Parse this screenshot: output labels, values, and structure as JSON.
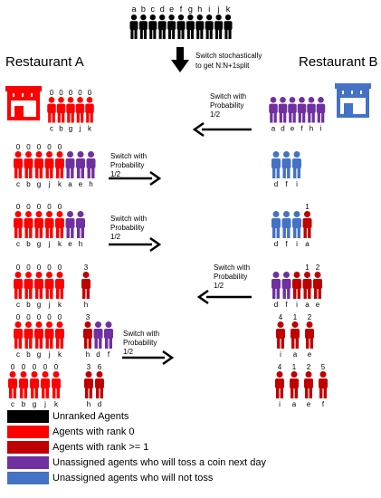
{
  "title_a": "Restaurant A",
  "title_b": "Restaurant B",
  "top_caption": "Switch stochastically\nto get N:N+1split",
  "top_agents": [
    "a",
    "b",
    "c",
    "d",
    "e",
    "f",
    "g",
    "h",
    "i",
    "j",
    "k"
  ],
  "arrows": [
    {
      "label": "Switch with\nProbability\n1/2",
      "direction": "left"
    },
    {
      "label": "Switch with\nProbability\n1/2",
      "direction": "right"
    },
    {
      "label": "Switch with\nProbability\n1/2",
      "direction": "right"
    },
    {
      "label": "Switch with\nProbability\n1/2",
      "direction": "left"
    },
    {
      "label": "Switch with\nProbability\n1/2",
      "direction": "right"
    }
  ],
  "groups": [
    {
      "id": "a1",
      "agents": [
        {
          "letter": "c",
          "kind": "rank0",
          "rank": "0"
        },
        {
          "letter": "b",
          "kind": "rank0",
          "rank": "0"
        },
        {
          "letter": "g",
          "kind": "rank0",
          "rank": "0"
        },
        {
          "letter": "j",
          "kind": "rank0",
          "rank": "0"
        },
        {
          "letter": "k",
          "kind": "rank0",
          "rank": "0"
        }
      ]
    },
    {
      "id": "b1",
      "agents": [
        {
          "letter": "a",
          "kind": "toss",
          "rank": ""
        },
        {
          "letter": "d",
          "kind": "toss",
          "rank": ""
        },
        {
          "letter": "e",
          "kind": "toss",
          "rank": ""
        },
        {
          "letter": "f",
          "kind": "toss",
          "rank": ""
        },
        {
          "letter": "h",
          "kind": "toss",
          "rank": ""
        },
        {
          "letter": "i",
          "kind": "toss",
          "rank": ""
        }
      ]
    },
    {
      "id": "a2",
      "agents": [
        {
          "letter": "c",
          "kind": "rank0",
          "rank": "0"
        },
        {
          "letter": "b",
          "kind": "rank0",
          "rank": "0"
        },
        {
          "letter": "g",
          "kind": "rank0",
          "rank": "0"
        },
        {
          "letter": "j",
          "kind": "rank0",
          "rank": "0"
        },
        {
          "letter": "k",
          "kind": "rank0",
          "rank": "0"
        },
        {
          "letter": "a",
          "kind": "toss",
          "rank": ""
        },
        {
          "letter": "e",
          "kind": "toss",
          "rank": ""
        },
        {
          "letter": "h",
          "kind": "toss",
          "rank": ""
        }
      ]
    },
    {
      "id": "b2",
      "agents": [
        {
          "letter": "d",
          "kind": "notoss",
          "rank": ""
        },
        {
          "letter": "f",
          "kind": "notoss",
          "rank": ""
        },
        {
          "letter": "i",
          "kind": "notoss",
          "rank": ""
        }
      ]
    },
    {
      "id": "a3",
      "agents": [
        {
          "letter": "c",
          "kind": "rank0",
          "rank": "0"
        },
        {
          "letter": "b",
          "kind": "rank0",
          "rank": "0"
        },
        {
          "letter": "g",
          "kind": "rank0",
          "rank": "0"
        },
        {
          "letter": "j",
          "kind": "rank0",
          "rank": "0"
        },
        {
          "letter": "k",
          "kind": "rank0",
          "rank": "0"
        },
        {
          "letter": "e",
          "kind": "toss",
          "rank": ""
        },
        {
          "letter": "h",
          "kind": "toss",
          "rank": ""
        }
      ]
    },
    {
      "id": "b3",
      "agents": [
        {
          "letter": "d",
          "kind": "notoss",
          "rank": ""
        },
        {
          "letter": "f",
          "kind": "notoss",
          "rank": ""
        },
        {
          "letter": "i",
          "kind": "notoss",
          "rank": ""
        },
        {
          "letter": "a",
          "kind": "rank1",
          "rank": "1"
        }
      ]
    },
    {
      "id": "a4",
      "agents": [
        {
          "letter": "c",
          "kind": "rank0",
          "rank": "0"
        },
        {
          "letter": "b",
          "kind": "rank0",
          "rank": "0"
        },
        {
          "letter": "g",
          "kind": "rank0",
          "rank": "0"
        },
        {
          "letter": "j",
          "kind": "rank0",
          "rank": "0"
        },
        {
          "letter": "k",
          "kind": "rank0",
          "rank": "0"
        }
      ]
    },
    {
      "id": "a4h",
      "agents": [
        {
          "letter": "h",
          "kind": "rank1",
          "rank": "3"
        }
      ]
    },
    {
      "id": "b4",
      "agents": [
        {
          "letter": "d",
          "kind": "toss",
          "rank": ""
        },
        {
          "letter": "f",
          "kind": "toss",
          "rank": ""
        },
        {
          "letter": "i",
          "kind": "rank1",
          "rank": ""
        },
        {
          "letter": "a",
          "kind": "rank1",
          "rank": "1"
        },
        {
          "letter": "e",
          "kind": "rank1",
          "rank": "2"
        }
      ]
    },
    {
      "id": "a5",
      "agents": [
        {
          "letter": "c",
          "kind": "rank0",
          "rank": "0"
        },
        {
          "letter": "b",
          "kind": "rank0",
          "rank": "0"
        },
        {
          "letter": "g",
          "kind": "rank0",
          "rank": "0"
        },
        {
          "letter": "j",
          "kind": "rank0",
          "rank": "0"
        },
        {
          "letter": "k",
          "kind": "rank0",
          "rank": "0"
        }
      ]
    },
    {
      "id": "a5h",
      "agents": [
        {
          "letter": "h",
          "kind": "rank1",
          "rank": "3"
        },
        {
          "letter": "d",
          "kind": "toss",
          "rank": ""
        },
        {
          "letter": "f",
          "kind": "toss",
          "rank": ""
        }
      ]
    },
    {
      "id": "b5",
      "agents": [
        {
          "letter": "i",
          "kind": "rank1",
          "rank": "4"
        },
        {
          "letter": "a",
          "kind": "rank1",
          "rank": "1"
        },
        {
          "letter": "e",
          "kind": "rank1",
          "rank": "2"
        }
      ]
    },
    {
      "id": "a6",
      "agents": [
        {
          "letter": "c",
          "kind": "rank0",
          "rank": "0"
        },
        {
          "letter": "b",
          "kind": "rank0",
          "rank": "0"
        },
        {
          "letter": "g",
          "kind": "rank0",
          "rank": "0"
        },
        {
          "letter": "j",
          "kind": "rank0",
          "rank": "0"
        },
        {
          "letter": "k",
          "kind": "rank0",
          "rank": "0"
        }
      ]
    },
    {
      "id": "a6h",
      "agents": [
        {
          "letter": "h",
          "kind": "rank1",
          "rank": "3"
        },
        {
          "letter": "d",
          "kind": "rank1",
          "rank": "6"
        }
      ]
    },
    {
      "id": "b6",
      "agents": [
        {
          "letter": "i",
          "kind": "rank1",
          "rank": "4"
        },
        {
          "letter": "a",
          "kind": "rank1",
          "rank": "1"
        },
        {
          "letter": "e",
          "kind": "rank1",
          "rank": "2"
        },
        {
          "letter": "f",
          "kind": "rank1",
          "rank": "5"
        }
      ]
    }
  ],
  "legend": [
    {
      "label": "Unranked Agents",
      "color": "#000000"
    },
    {
      "label": "Agents with rank 0",
      "color": "#ff0000"
    },
    {
      "label": "Agents with rank >= 1",
      "color": "#c00000"
    },
    {
      "label": "Unassigned agents who will toss a coin next day",
      "color": "#7030a0"
    },
    {
      "label": "Unassigned agents who will not toss",
      "color": "#4472c4"
    }
  ],
  "colors": {
    "unranked": "#000000",
    "rank0": "#ff0000",
    "rank1": "#c00000",
    "toss": "#7030a0",
    "notoss": "#4472c4"
  }
}
